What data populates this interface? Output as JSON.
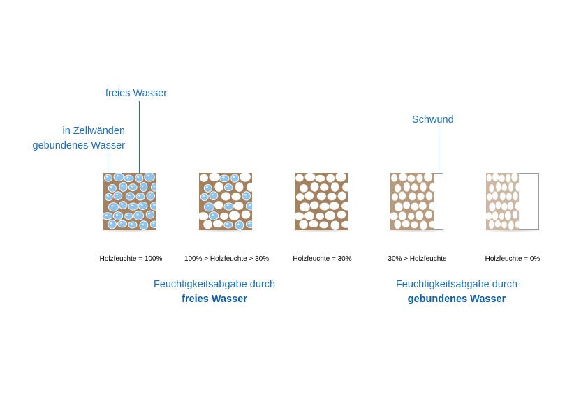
{
  "labels": {
    "free_water": "freies Wasser",
    "bound_water_line1": "in Zellwänden",
    "bound_water_line2": "gebundenes Wasser",
    "shrinkage": "Schwund"
  },
  "stages": [
    {
      "label": "Holzfeuchte = 100%",
      "style": "dark",
      "water": "full",
      "shrink": 0
    },
    {
      "label": "100% > Holzfeuchte > 30%",
      "style": "dark",
      "water": "partial",
      "shrink": 0
    },
    {
      "label": "Holzfeuchte = 30%",
      "style": "dark",
      "water": "none",
      "shrink": 0
    },
    {
      "label": "30% > Holzfeuchte",
      "style": "light",
      "water": "none",
      "shrink": 0.18
    },
    {
      "label": "Holzfeuchte = 0%",
      "style": "light",
      "water": "none",
      "shrink": 0.38
    }
  ],
  "captions": [
    {
      "line1": "Feuchtigkeitsabgabe durch",
      "line2": "freies Wasser"
    },
    {
      "line1": "Feuchtigkeitsabgabe durch",
      "line2": "gebundenes Wasser"
    }
  ],
  "colors": {
    "accent": "#1f6fb6",
    "bar_dark": "#0068b3",
    "bar_light": "#b3c6e7",
    "wood": "#a4825f",
    "water": "#8fc3ea"
  }
}
